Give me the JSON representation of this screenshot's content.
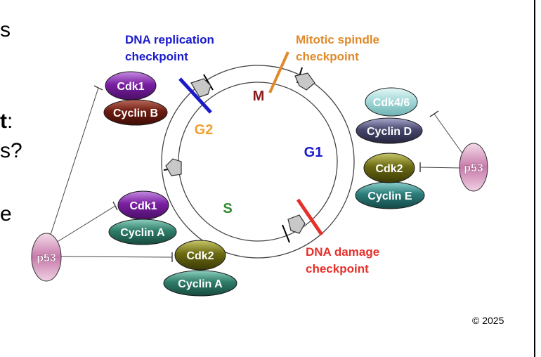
{
  "cycle": {
    "phases": {
      "m": "M",
      "g1": "G1",
      "s": "S",
      "g2": "G2"
    }
  },
  "checkpoints": {
    "dna_replication": {
      "line1": "DNA replication",
      "line2": "checkpoint"
    },
    "mitotic_spindle": {
      "line1": "Mitotic spindle",
      "line2": "checkpoint"
    },
    "dna_damage": {
      "line1": "DNA damage",
      "line2": "checkpoint"
    }
  },
  "complexes": {
    "cdk1_top": "Cdk1",
    "cyclin_b": "Cyclin B",
    "cdk1_mid": "Cdk1",
    "cyclin_a_mid": "Cyclin A",
    "cdk2_bottom": "Cdk2",
    "cyclin_a_bottom": "Cyclin A",
    "cdk46": "Cdk4/6",
    "cyclin_d": "Cyclin D",
    "cdk2_right": "Cdk2",
    "cyclin_e": "Cyclin E"
  },
  "p53": {
    "left": "p53",
    "right": "p53"
  },
  "edge_text": {
    "top": "s",
    "middle_bold": "t",
    "middle_colon": ":",
    "question": "s?",
    "lower": "e"
  },
  "footer": {
    "copyright": "© 2025"
  },
  "colors": {
    "cdk1": "#7a1fa2",
    "cyclin_b": "#6e1c10",
    "cyclin_a": "#2f7d6a",
    "cdk2": "#6b6a12",
    "cdk46": "#9fd6d6",
    "cyclin_d": "#47476e",
    "cyclin_e": "#2b7d7a",
    "p53": "#d7a7c7",
    "blue": "#1a1acc",
    "orange": "#e08a2a",
    "red": "#e5302a",
    "dark_red": "#8b1a1a",
    "green": "#2e8a2e",
    "g2_orange": "#f0a030"
  }
}
